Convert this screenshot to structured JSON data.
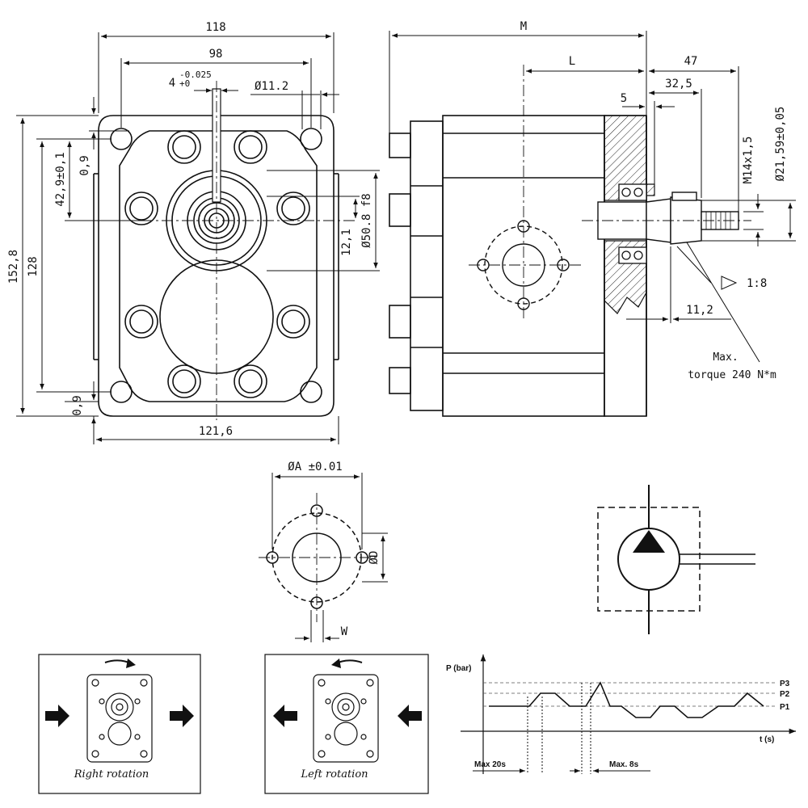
{
  "front_view": {
    "dim_width_top": "118",
    "dim_bolt_spacing": "98",
    "dim_key_width": "4",
    "dim_key_tol_upper": "-0.025",
    "dim_key_tol_lower": "+0",
    "dim_hole_dia": "Ø11.2",
    "dim_height_total": "152,8",
    "dim_height_bolt": "128",
    "dim_center_offset": "42,9±0,1",
    "dim_flange_top": "0,9",
    "dim_flange_bottom": "0,9",
    "dim_pilot_offset": "12,1",
    "dim_pilot_dia": "Ø50.8 f8",
    "dim_width_bottom": "121,6"
  },
  "side_view": {
    "dim_m": "M",
    "dim_l": "L",
    "dim_47": "47",
    "dim_32_5": "32,5",
    "dim_5": "5",
    "dim_thread": "M14x1,5",
    "dim_shaft_dia": "Ø21,59±0,05",
    "dim_taper": "1:8",
    "dim_11_2": "11,2",
    "torque_line1": "Max.",
    "torque_line2": "torque 240 N*m"
  },
  "port_detail": {
    "dim_a": "ØA ±0.01",
    "dim_d": "ØD",
    "dim_w": "W"
  },
  "rotation": {
    "right_label": "Right rotation",
    "left_label": "Left rotation"
  },
  "chart_data": {
    "type": "line",
    "ylabel": "P (bar)",
    "xlabel": "t (s)",
    "levels": [
      "P3",
      "P2",
      "P1"
    ],
    "annotations": [
      "Max 20s",
      "Max. 8s"
    ],
    "series": [
      {
        "x": [
          0,
          2.5,
          3.2,
          4.1,
          5.0,
          6.0,
          6.9,
          7.5,
          8.2,
          9.1,
          10.0,
          10.6,
          11.5,
          12.3,
          13.2,
          14.2,
          15.2,
          16.0,
          17.0
        ],
        "y": [
          1,
          1,
          2,
          2,
          1,
          1,
          3,
          1,
          1,
          0,
          0,
          1,
          1,
          0,
          0,
          1,
          1,
          2,
          1
        ]
      }
    ]
  }
}
